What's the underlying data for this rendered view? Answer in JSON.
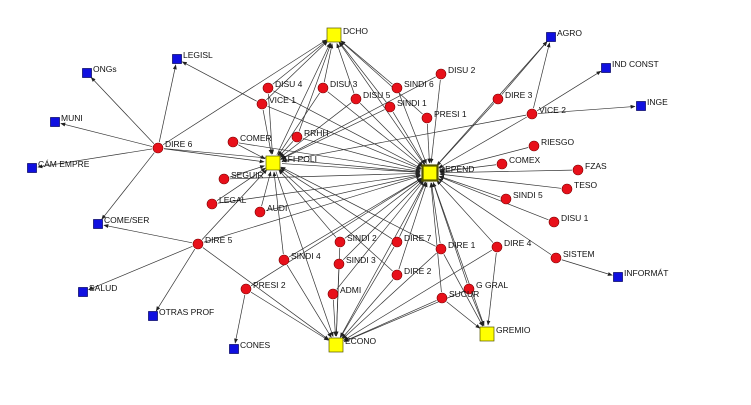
{
  "colors": {
    "background": "#ffffff",
    "edge": "#333333",
    "actor_fill": "#e8101a",
    "actor_stroke": "#7a0000",
    "hub_fill": "#ffff00",
    "hub_stroke": "#555500",
    "external_fill": "#1010e0",
    "external_stroke": "#000060"
  },
  "nodes": [
    {
      "id": "DCHO",
      "label": "DCHO",
      "kind": "hub"
    },
    {
      "id": "AFI",
      "label": "AFI POLI",
      "kind": "hub"
    },
    {
      "id": "DEPEND",
      "label": "DEPEND",
      "kind": "hub-main"
    },
    {
      "id": "ECONO",
      "label": "ECONO",
      "kind": "hub"
    },
    {
      "id": "GREMIO",
      "label": "GREMIO",
      "kind": "hub"
    },
    {
      "id": "AGRO",
      "label": "AGRO",
      "kind": "external"
    },
    {
      "id": "INDCONST",
      "label": "IND CONST",
      "kind": "external"
    },
    {
      "id": "INGE",
      "label": "INGE",
      "kind": "external"
    },
    {
      "id": "LEGISL",
      "label": "LEGISL",
      "kind": "external"
    },
    {
      "id": "ONGS",
      "label": "ONGs",
      "kind": "external"
    },
    {
      "id": "MUNI",
      "label": "MUNI",
      "kind": "external"
    },
    {
      "id": "CAM",
      "label": "CÁM EMPRE",
      "kind": "external"
    },
    {
      "id": "COMESER",
      "label": "COME/SER",
      "kind": "external"
    },
    {
      "id": "SALUD",
      "label": "SALUD",
      "kind": "external"
    },
    {
      "id": "OTRAS",
      "label": "OTRAS PROF",
      "kind": "external"
    },
    {
      "id": "CONES",
      "label": "CONES",
      "kind": "external"
    },
    {
      "id": "INFORMAT",
      "label": "INFORMÁT",
      "kind": "external"
    },
    {
      "id": "DISU2",
      "label": "DISU 2",
      "kind": "actor"
    },
    {
      "id": "DISU4",
      "label": "DISU 4",
      "kind": "actor"
    },
    {
      "id": "DISU3",
      "label": "DISU 3",
      "kind": "actor"
    },
    {
      "id": "SINDI6",
      "label": "SINDI 6",
      "kind": "actor"
    },
    {
      "id": "DISU5",
      "label": "DISU 5",
      "kind": "actor"
    },
    {
      "id": "VICE1",
      "label": "VICE 1",
      "kind": "actor"
    },
    {
      "id": "SINDI1",
      "label": "SINDI 1",
      "kind": "actor"
    },
    {
      "id": "PRESI1",
      "label": "PRESI 1",
      "kind": "actor"
    },
    {
      "id": "DIRE3",
      "label": "DIRE 3",
      "kind": "actor"
    },
    {
      "id": "VICE2",
      "label": "VICE 2",
      "kind": "actor"
    },
    {
      "id": "RRHH",
      "label": "RRHH",
      "kind": "actor"
    },
    {
      "id": "COMER",
      "label": "COMER",
      "kind": "actor"
    },
    {
      "id": "DIRE6",
      "label": "DIRE 6",
      "kind": "actor"
    },
    {
      "id": "RIESGO",
      "label": "RIESGO",
      "kind": "actor"
    },
    {
      "id": "COMEX",
      "label": "COMEX",
      "kind": "actor"
    },
    {
      "id": "FZAS",
      "label": "FZAS",
      "kind": "actor"
    },
    {
      "id": "SEGUIR",
      "label": "SEGUIR",
      "kind": "actor"
    },
    {
      "id": "TESO",
      "label": "TESO",
      "kind": "actor"
    },
    {
      "id": "LEGAL",
      "label": "LEGAL",
      "kind": "actor"
    },
    {
      "id": "AUDI",
      "label": "AUDI",
      "kind": "actor"
    },
    {
      "id": "SINDI5",
      "label": "SINDI 5",
      "kind": "actor"
    },
    {
      "id": "DISU1",
      "label": "DISU 1",
      "kind": "actor"
    },
    {
      "id": "SINDI2",
      "label": "SINDI 2",
      "kind": "actor"
    },
    {
      "id": "DIRE7",
      "label": "DIRE 7",
      "kind": "actor"
    },
    {
      "id": "DIRE1",
      "label": "DIRE 1",
      "kind": "actor"
    },
    {
      "id": "DIRE4",
      "label": "DIRE 4",
      "kind": "actor"
    },
    {
      "id": "DIRE5",
      "label": "DIRE 5",
      "kind": "actor"
    },
    {
      "id": "SISTEM",
      "label": "SISTEM",
      "kind": "actor"
    },
    {
      "id": "SINDI4",
      "label": "SINDI 4",
      "kind": "actor"
    },
    {
      "id": "SINDI3",
      "label": "SINDI 3",
      "kind": "actor"
    },
    {
      "id": "DIRE2",
      "label": "DIRE 2",
      "kind": "actor"
    },
    {
      "id": "GGRAL",
      "label": "G GRAL",
      "kind": "actor"
    },
    {
      "id": "PRESI2",
      "label": "PRESI 2",
      "kind": "actor"
    },
    {
      "id": "ADMI",
      "label": "ADMI",
      "kind": "actor"
    },
    {
      "id": "SUCUR",
      "label": "SUCUR",
      "kind": "actor"
    }
  ],
  "edges": [
    [
      "DISU4",
      "DCHO"
    ],
    [
      "DISU3",
      "DCHO"
    ],
    [
      "SINDI6",
      "DCHO"
    ],
    [
      "DISU5",
      "DCHO"
    ],
    [
      "VICE1",
      "DCHO"
    ],
    [
      "SINDI1",
      "DCHO"
    ],
    [
      "PRESI1",
      "DCHO"
    ],
    [
      "RRHH",
      "DCHO"
    ],
    [
      "DEPEND",
      "DCHO"
    ],
    [
      "DIRE6",
      "DCHO"
    ],
    [
      "AFI",
      "DCHO"
    ],
    [
      "DISU2",
      "DEPEND"
    ],
    [
      "DISU4",
      "DEPEND"
    ],
    [
      "DISU3",
      "DEPEND"
    ],
    [
      "SINDI6",
      "DEPEND"
    ],
    [
      "DISU5",
      "DEPEND"
    ],
    [
      "VICE1",
      "DEPEND"
    ],
    [
      "SINDI1",
      "DEPEND"
    ],
    [
      "PRESI1",
      "DEPEND"
    ],
    [
      "DIRE3",
      "DEPEND"
    ],
    [
      "VICE2",
      "DEPEND"
    ],
    [
      "RRHH",
      "DEPEND"
    ],
    [
      "RIESGO",
      "DEPEND"
    ],
    [
      "COMEX",
      "DEPEND"
    ],
    [
      "FZAS",
      "DEPEND"
    ],
    [
      "TESO",
      "DEPEND"
    ],
    [
      "SINDI5",
      "DEPEND"
    ],
    [
      "DISU1",
      "DEPEND"
    ],
    [
      "SISTEM",
      "DEPEND"
    ],
    [
      "DIRE4",
      "DEPEND"
    ],
    [
      "DIRE1",
      "DEPEND"
    ],
    [
      "GGRAL",
      "DEPEND"
    ],
    [
      "DIRE2",
      "DEPEND"
    ],
    [
      "DIRE7",
      "DEPEND"
    ],
    [
      "SINDI2",
      "DEPEND"
    ],
    [
      "SINDI3",
      "DEPEND"
    ],
    [
      "SINDI4",
      "DEPEND"
    ],
    [
      "ADMI",
      "DEPEND"
    ],
    [
      "SUCUR",
      "DEPEND"
    ],
    [
      "AUDI",
      "DEPEND"
    ],
    [
      "LEGAL",
      "DEPEND"
    ],
    [
      "SEGUIR",
      "DEPEND"
    ],
    [
      "COMER",
      "DEPEND"
    ],
    [
      "DIRE6",
      "DEPEND"
    ],
    [
      "DIRE5",
      "DEPEND"
    ],
    [
      "PRESI2",
      "DEPEND"
    ],
    [
      "AFI",
      "DEPEND"
    ],
    [
      "DISU2",
      "AFI"
    ],
    [
      "DISU4",
      "AFI"
    ],
    [
      "DISU3",
      "AFI"
    ],
    [
      "DISU5",
      "AFI"
    ],
    [
      "VICE1",
      "AFI"
    ],
    [
      "SINDI1",
      "AFI"
    ],
    [
      "RRHH",
      "AFI"
    ],
    [
      "COMER",
      "AFI"
    ],
    [
      "DIRE6",
      "AFI"
    ],
    [
      "SEGUIR",
      "AFI"
    ],
    [
      "LEGAL",
      "AFI"
    ],
    [
      "AUDI",
      "AFI"
    ],
    [
      "VICE2",
      "AFI"
    ],
    [
      "SINDI4",
      "AFI"
    ],
    [
      "SINDI2",
      "AFI"
    ],
    [
      "DIRE7",
      "AFI"
    ],
    [
      "DIRE5",
      "AFI"
    ],
    [
      "DIRE2",
      "AFI"
    ],
    [
      "DIRE1",
      "AFI"
    ],
    [
      "VICE2",
      "AGRO"
    ],
    [
      "DIRE3",
      "AGRO"
    ],
    [
      "DEPEND",
      "AGRO"
    ],
    [
      "VICE2",
      "INDCONST"
    ],
    [
      "VICE2",
      "INGE"
    ],
    [
      "VICE1",
      "LEGISL"
    ],
    [
      "DIRE6",
      "LEGISL"
    ],
    [
      "DIRE6",
      "ONGS"
    ],
    [
      "DIRE6",
      "MUNI"
    ],
    [
      "DIRE6",
      "CAM"
    ],
    [
      "DIRE6",
      "COMESER"
    ],
    [
      "DIRE5",
      "COMESER"
    ],
    [
      "DIRE5",
      "SALUD"
    ],
    [
      "DIRE5",
      "OTRAS"
    ],
    [
      "PRESI2",
      "CONES"
    ],
    [
      "SISTEM",
      "INFORMAT"
    ],
    [
      "DEPEND",
      "ECONO"
    ],
    [
      "AFI",
      "ECONO"
    ],
    [
      "SINDI4",
      "ECONO"
    ],
    [
      "SINDI3",
      "ECONO"
    ],
    [
      "SINDI2",
      "ECONO"
    ],
    [
      "ADMI",
      "ECONO"
    ],
    [
      "DIRE2",
      "ECONO"
    ],
    [
      "DIRE7",
      "ECONO"
    ],
    [
      "DIRE1",
      "ECONO"
    ],
    [
      "DIRE4",
      "ECONO"
    ],
    [
      "SUCUR",
      "ECONO"
    ],
    [
      "PRESI2",
      "ECONO"
    ],
    [
      "DIRE5",
      "ECONO"
    ],
    [
      "GGRAL",
      "ECONO"
    ],
    [
      "DEPEND",
      "GREMIO"
    ],
    [
      "GGRAL",
      "GREMIO"
    ],
    [
      "DIRE4",
      "GREMIO"
    ],
    [
      "SUCUR",
      "GREMIO"
    ],
    [
      "DIRE1",
      "GREMIO"
    ]
  ]
}
